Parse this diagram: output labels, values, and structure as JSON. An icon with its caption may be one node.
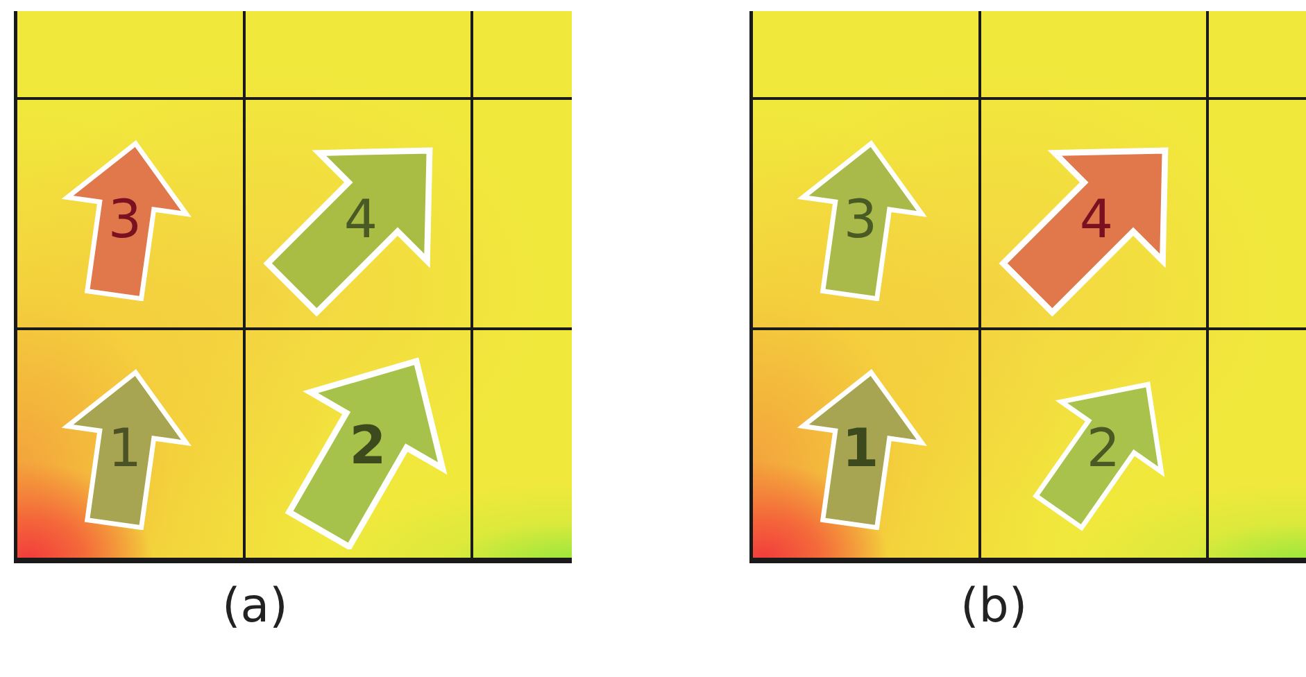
{
  "diagram": {
    "nodes": [
      {
        "text": [
          "3"
        ]
      },
      {
        "text": [
          "4"
        ]
      },
      {
        "text": [
          "1"
        ]
      },
      {
        "text": [
          "2"
        ]
      },
      {
        "text": [
          "3"
        ]
      },
      {
        "text": [
          "4"
        ]
      },
      {
        "text": [
          "1"
        ]
      },
      {
        "text": [
          "2"
        ]
      }
    ],
    "labels": [
      "(a)",
      "(b)"
    ]
  }
}
